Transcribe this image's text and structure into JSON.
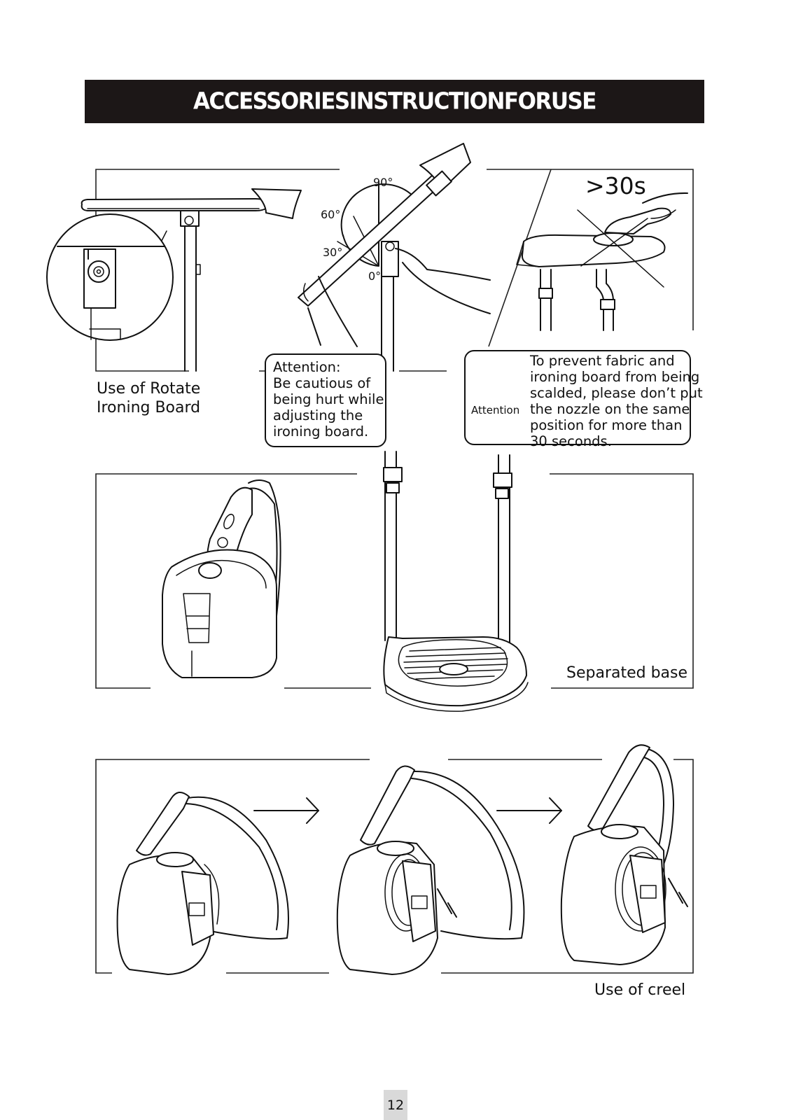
{
  "header": {
    "title": "ACCESSORIESINSTRUCTIONFORUSE"
  },
  "ironing_board": {
    "caption_line1": "Use of Rotate",
    "caption_line2": "Ironing Board",
    "angles": {
      "a90": "90°",
      "a60": "60°",
      "a30": "30°",
      "a0": "0°"
    },
    "time_label": ">30s",
    "caution": {
      "line1": "Attention:",
      "line2": "Be cautious of",
      "line3": "being hurt while",
      "line4": "adjusting the",
      "line5": "ironing board."
    },
    "warning": {
      "icon_label": "Attention",
      "line1": "To prevent fabric and",
      "line2": "ironing board from being",
      "line3": "scalded, please don’t put",
      "line4": "the nozzle on the same",
      "line5": "position for more than",
      "line6": "30 seconds."
    }
  },
  "base": {
    "caption": "Separated base"
  },
  "creel": {
    "caption": "Use of creel"
  },
  "footer": {
    "page_number": "12"
  }
}
